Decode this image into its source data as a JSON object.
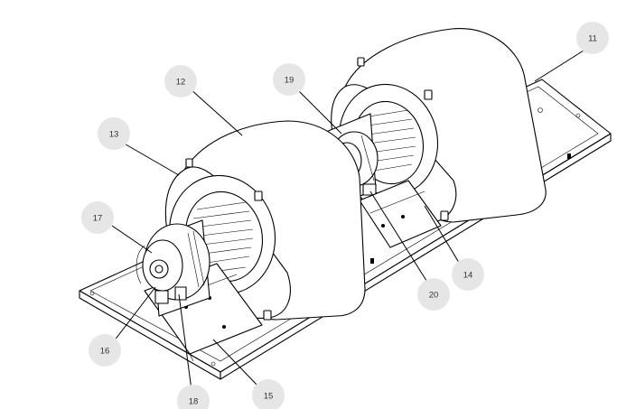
{
  "callouts": [
    {
      "id": "c11",
      "label": "11"
    },
    {
      "id": "c12",
      "label": "12"
    },
    {
      "id": "c13",
      "label": "13"
    },
    {
      "id": "c14",
      "label": "14"
    },
    {
      "id": "c15",
      "label": "15"
    },
    {
      "id": "c16",
      "label": "16"
    },
    {
      "id": "c17",
      "label": "17"
    },
    {
      "id": "c18",
      "label": "18"
    },
    {
      "id": "c19",
      "label": "19"
    },
    {
      "id": "c20",
      "label": "20"
    }
  ],
  "colors": {
    "background": "#ffffff",
    "line": "#000000",
    "callout_fill": "#e6e6e6",
    "callout_text": "#333333"
  }
}
